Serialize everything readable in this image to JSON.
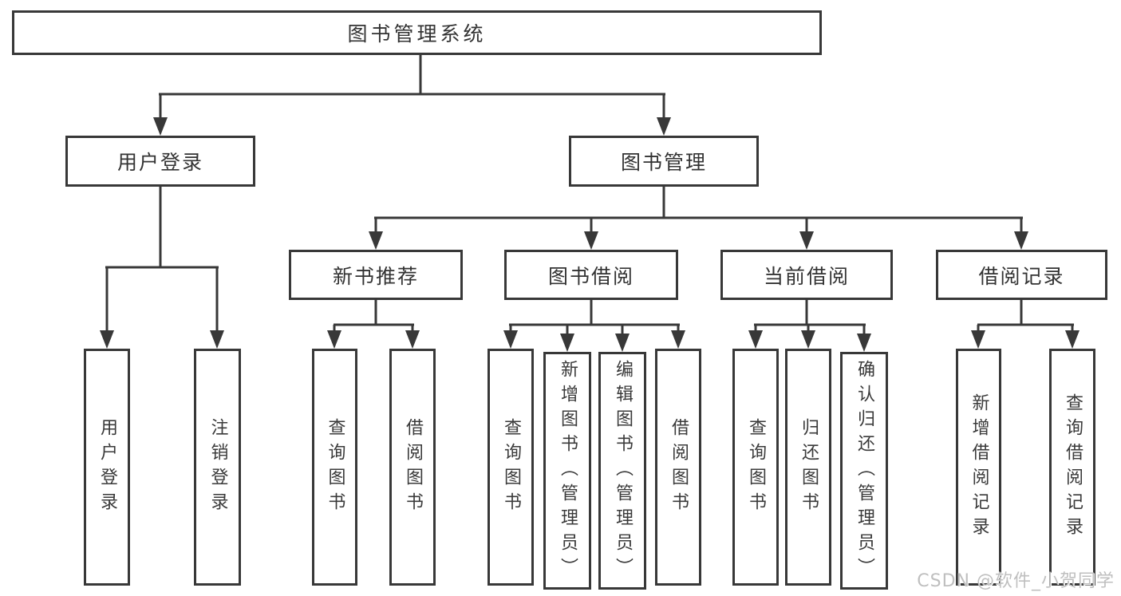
{
  "diagram": {
    "root": {
      "label": "图书管理系统"
    },
    "level2": [
      {
        "label": "用户登录"
      },
      {
        "label": "图书管理"
      }
    ],
    "level3": [
      {
        "label": "新书推荐"
      },
      {
        "label": "图书借阅"
      },
      {
        "label": "当前借阅"
      },
      {
        "label": "借阅记录"
      }
    ],
    "leaves": {
      "user_login_group": [
        {
          "label": "用户登录"
        },
        {
          "label": "注销登录"
        }
      ],
      "new_book_group": [
        {
          "label": "查询图书"
        },
        {
          "label": "借阅图书"
        }
      ],
      "book_borrow_group": [
        {
          "label": "查询图书"
        },
        {
          "label": "新增图书（管理员）"
        },
        {
          "label": "编辑图书（管理员）"
        },
        {
          "label": "借阅图书"
        }
      ],
      "current_borrow_group": [
        {
          "label": "查询图书"
        },
        {
          "label": "归还图书"
        },
        {
          "label": "确认归还（管理员）"
        }
      ],
      "borrow_record_group": [
        {
          "label": "新增借阅记录"
        },
        {
          "label": "查询借阅记录"
        }
      ]
    }
  },
  "watermark": {
    "text": "CSDN @软件_小贺同学"
  },
  "colors": {
    "line": "#383838",
    "text": "#333333",
    "background": "#ffffff",
    "watermark": "#bfbfbf"
  }
}
